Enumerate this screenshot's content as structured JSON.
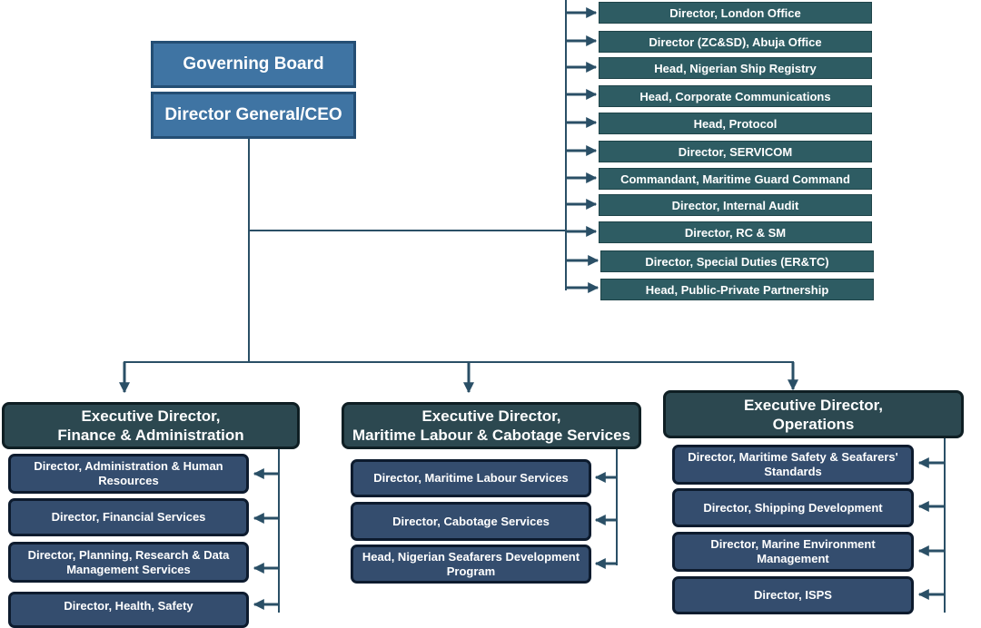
{
  "governing_board": "Governing Board",
  "director_general": "Director General/CEO",
  "staff_offices": [
    "Director, London Office",
    "Director (ZC&SD), Abuja Office",
    "Head, Nigerian Ship Registry",
    "Head, Corporate Communications",
    "Head, Protocol",
    "Director, SERVICOM",
    "Commandant, Maritime Guard Command",
    "Director, Internal Audit",
    "Director, RC & SM",
    "Director, Special Duties (ER&TC)",
    "Head, Public-Private Partnership"
  ],
  "ed_finance": {
    "title_line1": "Executive Director,",
    "title_line2": "Finance & Administration",
    "departments": [
      "Director, Administration & Human Resources",
      "Director, Financial Services",
      "Director, Planning, Research & Data Management Services",
      "Director, Health, Safety"
    ]
  },
  "ed_labour": {
    "title_line1": "Executive Director,",
    "title_line2": "Maritime Labour & Cabotage Services",
    "departments": [
      "Director, Maritime Labour Services",
      "Director, Cabotage Services",
      "Head, Nigerian Seafarers Development Program"
    ]
  },
  "ed_operations": {
    "title_line1": "Executive Director,",
    "title_line2": "Operations",
    "departments": [
      "Director, Maritime Safety & Seafarers' Standards",
      "Director, Shipping Development",
      "Director, Marine Environment Management",
      "Director, ISPS"
    ]
  },
  "colors": {
    "top_box": "#3f74a3",
    "staff_box": "#2e5c63",
    "exec_box": "#2c4850",
    "dept_box": "#344d6e",
    "connector": "#2a4f66"
  }
}
